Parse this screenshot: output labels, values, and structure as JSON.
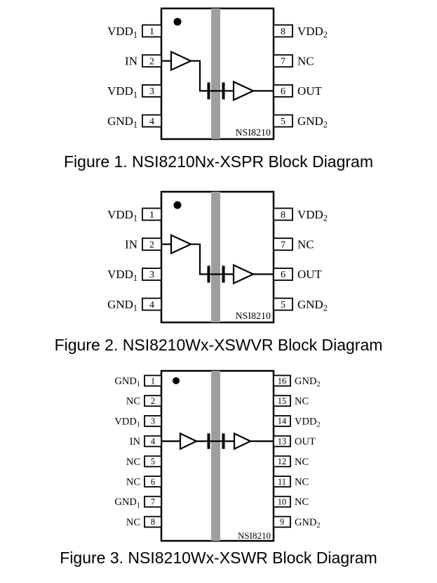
{
  "page": {
    "background": "#ffffff",
    "colors": {
      "line": "#000000",
      "barrier": "#9e9e9e",
      "text": "#000000",
      "chip_fill": "#ffffff"
    }
  },
  "figures": [
    {
      "caption": "Figure 1. NSI8210Nx-XSPR Block Diagram",
      "chip_label": "NSI8210",
      "package_pins": 8,
      "input_pin_number": "2",
      "output_pin_number": "6",
      "left_pins": [
        {
          "number": "1",
          "base": "VDD",
          "sub": "1"
        },
        {
          "number": "2",
          "base": "IN",
          "sub": ""
        },
        {
          "number": "3",
          "base": "VDD",
          "sub": "1"
        },
        {
          "number": "4",
          "base": "GND",
          "sub": "1"
        }
      ],
      "right_pins": [
        {
          "number": "8",
          "base": "VDD",
          "sub": "2"
        },
        {
          "number": "7",
          "base": "NC",
          "sub": ""
        },
        {
          "number": "6",
          "base": "OUT",
          "sub": ""
        },
        {
          "number": "5",
          "base": "GND",
          "sub": "2"
        }
      ]
    },
    {
      "caption": "Figure 2. NSI8210Wx-XSWVR Block Diagram",
      "chip_label": "NSI8210",
      "package_pins": 8,
      "input_pin_number": "2",
      "output_pin_number": "6",
      "left_pins": [
        {
          "number": "1",
          "base": "VDD",
          "sub": "1"
        },
        {
          "number": "2",
          "base": "IN",
          "sub": ""
        },
        {
          "number": "3",
          "base": "VDD",
          "sub": "1"
        },
        {
          "number": "4",
          "base": "GND",
          "sub": "1"
        }
      ],
      "right_pins": [
        {
          "number": "8",
          "base": "VDD",
          "sub": "2"
        },
        {
          "number": "7",
          "base": "NC",
          "sub": ""
        },
        {
          "number": "6",
          "base": "OUT",
          "sub": ""
        },
        {
          "number": "5",
          "base": "GND",
          "sub": "2"
        }
      ]
    },
    {
      "caption": "Figure 3. NSI8210Wx-XSWR Block Diagram",
      "chip_label": "NSI8210",
      "package_pins": 16,
      "input_pin_number": "4",
      "output_pin_number": "13",
      "left_pins": [
        {
          "number": "1",
          "base": "GND",
          "sub": "1"
        },
        {
          "number": "2",
          "base": "NC",
          "sub": ""
        },
        {
          "number": "3",
          "base": "VDD",
          "sub": "1"
        },
        {
          "number": "4",
          "base": "IN",
          "sub": ""
        },
        {
          "number": "5",
          "base": "NC",
          "sub": ""
        },
        {
          "number": "6",
          "base": "NC",
          "sub": ""
        },
        {
          "number": "7",
          "base": "GND",
          "sub": "1"
        },
        {
          "number": "8",
          "base": "NC",
          "sub": ""
        }
      ],
      "right_pins": [
        {
          "number": "16",
          "base": "GND",
          "sub": "2"
        },
        {
          "number": "15",
          "base": "NC",
          "sub": ""
        },
        {
          "number": "14",
          "base": "VDD",
          "sub": "2"
        },
        {
          "number": "13",
          "base": "OUT",
          "sub": ""
        },
        {
          "number": "12",
          "base": "NC",
          "sub": ""
        },
        {
          "number": "11",
          "base": "NC",
          "sub": ""
        },
        {
          "number": "10",
          "base": "NC",
          "sub": ""
        },
        {
          "number": "9",
          "base": "GND",
          "sub": "2"
        }
      ]
    }
  ]
}
